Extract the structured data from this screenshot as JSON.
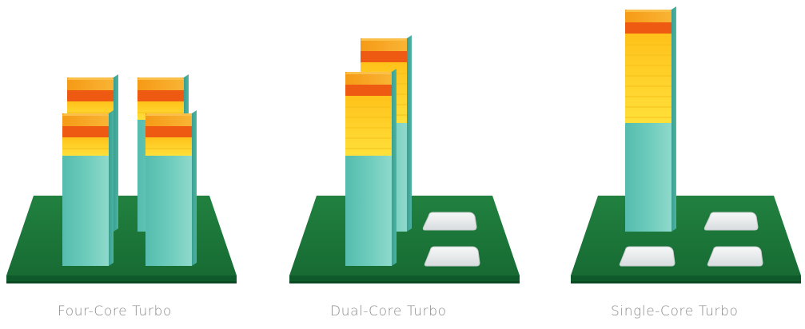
{
  "panels": [
    {
      "id": "four-core",
      "caption": "Four-Core Turbo"
    },
    {
      "id": "dual-core",
      "caption": "Dual-Core Turbo"
    },
    {
      "id": "single-core",
      "caption": "Single-Core Turbo"
    }
  ],
  "colors": {
    "board_top": "#1e7a3d",
    "board_edge": "#0f5a2a",
    "board_bottom": "#0b4a22",
    "teal_front": "#69c8b8",
    "teal_side": "#3fa898",
    "yellow": "#ffd21f",
    "orange_band": "#ee5a12",
    "orange_top": "#f7a21a",
    "pad_fill": "#eef1f2",
    "caption": "#8a8a8a"
  }
}
